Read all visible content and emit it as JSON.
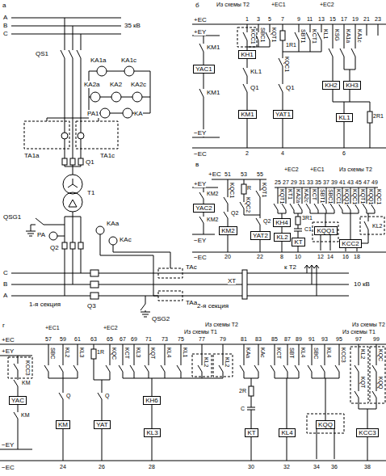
{
  "diagram": {
    "nodes": [
      {
        "text": [
          "YAC1"
        ]
      },
      {
        "text": [
          "KH1"
        ]
      },
      {
        "text": [
          "KH2"
        ]
      },
      {
        "text": [
          "KH3"
        ]
      },
      {
        "text": [
          "KM1"
        ]
      },
      {
        "text": [
          "YAT1"
        ]
      },
      {
        "text": [
          "KL1"
        ]
      },
      {
        "text": [
          "YAC2"
        ]
      },
      {
        "text": [
          "KH4"
        ]
      },
      {
        "text": [
          "KM2"
        ]
      },
      {
        "text": [
          "KQQ1"
        ]
      },
      {
        "text": [
          "YAT2"
        ]
      },
      {
        "text": [
          "KL2"
        ]
      },
      {
        "text": [
          "KT"
        ]
      },
      {
        "text": [
          "KCC2"
        ]
      },
      {
        "text": [
          "YAC"
        ]
      },
      {
        "text": [
          "KH6"
        ]
      },
      {
        "text": [
          "KQQ"
        ]
      },
      {
        "text": [
          "KM"
        ]
      },
      {
        "text": [
          "YAT"
        ]
      },
      {
        "text": [
          "KL3"
        ]
      },
      {
        "text": [
          "KT"
        ]
      },
      {
        "text": [
          "KL4"
        ]
      },
      {
        "text": [
          "KCC3"
        ]
      }
    ],
    "labels": [
      "а",
      "A",
      "B",
      "C",
      "35 кВ",
      "QS1",
      "KA1a",
      "KA1c",
      "KA2a",
      "KA2",
      "KA2c",
      "PA1",
      "KA",
      "TA1a",
      "TA1c",
      "Q1",
      "T1",
      "QSG1",
      "PA",
      "KAa",
      "KAc",
      "Q2",
      "C",
      "B",
      "A",
      "1-я секция",
      "Q3",
      "TAc",
      "TAa",
      "XT",
      "к T2",
      "QSG2",
      "2-я секция",
      "10 кВ",
      "б",
      "Из схемы T2",
      "+EC1",
      "+EC2",
      "+EC",
      "1",
      "3",
      "5",
      "7",
      "9",
      "11",
      "13",
      "15",
      "17",
      "19",
      "21",
      "23",
      "+EY",
      "KM1",
      "KCC1",
      "SBC1",
      "KQT1",
      "1R1",
      "KQC1",
      "SBT1",
      "KCT1",
      "KL1",
      "KSG",
      "KA1a",
      "KA1c",
      "KL1",
      "Q1",
      "Q1",
      "KM1",
      "2R1",
      "−EY",
      "−EC",
      "2",
      "4",
      "6",
      "в",
      "+EC",
      "51",
      "53",
      "55",
      "+EY",
      "+EC2",
      "+EC1",
      "Из схемы T2",
      "25",
      "27",
      "29",
      "31",
      "33",
      "35",
      "37",
      "39",
      "41",
      "43",
      "45",
      "47",
      "49",
      "KQT1",
      "KT1",
      "KA2a",
      "KA2c",
      "KCT",
      "SBT1",
      "SBC1",
      "KCC1",
      "KQQ1",
      "KQC1",
      "KQT1",
      "KQQ1",
      "KQC1",
      "KM2",
      "KQC1",
      "R",
      "KQC2",
      "KQT1",
      "Q2",
      "KM2",
      "Q2",
      "3R1",
      "C1",
      "KL2",
      "−EY",
      "−EC",
      "20",
      "22",
      "8",
      "10",
      "12",
      "14",
      "16",
      "18",
      "г",
      "+EC1",
      "+EC2",
      "Из схемы T1",
      "Из схемы T2",
      "Из схемы T1",
      "Из схемы T2",
      "+EC",
      "57",
      "59",
      "61",
      "63",
      "65",
      "67",
      "69",
      "71",
      "73",
      "75",
      "77",
      "79",
      "81",
      "83",
      "85",
      "87",
      "89",
      "91",
      "93",
      "95",
      "97",
      "99",
      "+EY",
      "KCC3",
      "KM",
      "SBC",
      "KL2",
      "KL3",
      "1R",
      "KQC",
      "KCT",
      "KL3",
      "KQT",
      "KL4",
      "KL1",
      "KL2",
      "KL2",
      "KAa",
      "KAc",
      "KCT",
      "SBT",
      "KL4",
      "SBC",
      "KL4",
      "KCC3",
      "KL2",
      "KQC",
      "KQT",
      "KQQ",
      "Q",
      "Q",
      "KM",
      "2R",
      "C",
      "−EY",
      "−EC",
      "24",
      "26",
      "28",
      "30",
      "32",
      "34",
      "36",
      "38"
    ]
  }
}
